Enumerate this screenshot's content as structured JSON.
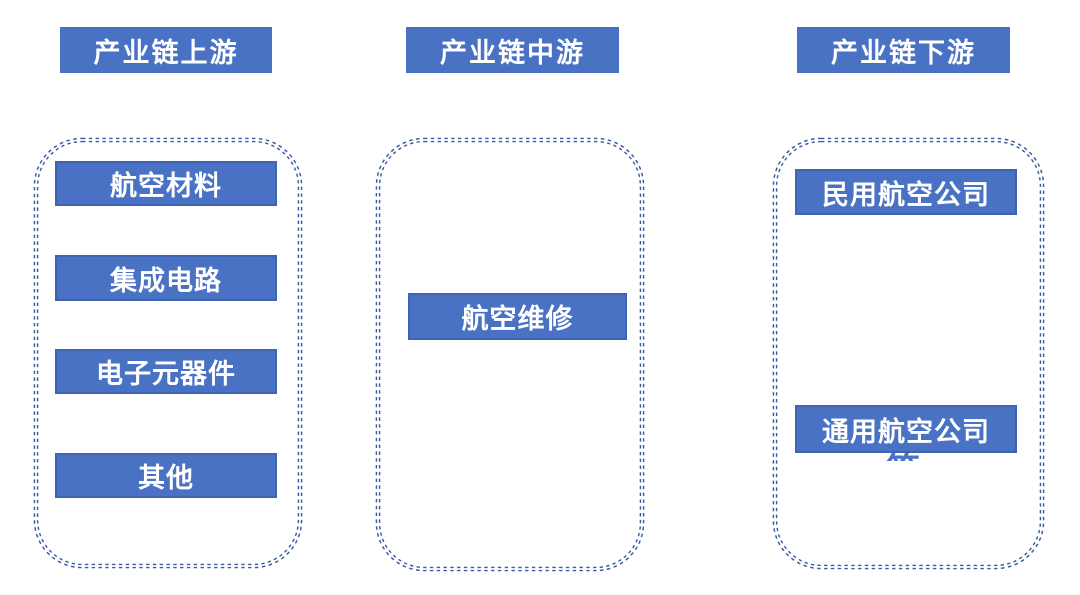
{
  "diagram": {
    "kind": "industry-chain-flow",
    "background": "#FFFFFF"
  },
  "colors": {
    "node_fill": "#4A72C4",
    "node_border": "#3E63B5",
    "dashed_border": "#3A5BA0",
    "text_on_blue": "#FFFFFF"
  },
  "columns": [
    {
      "header": "产业链上游",
      "items": [
        "航空材料",
        "集成电路",
        "电子元器件",
        "其他"
      ]
    },
    {
      "header": "产业链中游",
      "items": [
        "航空维修"
      ]
    },
    {
      "header": "产业链下游",
      "items": [
        "民用航空公司",
        "通用航空公司"
      ],
      "clipped_overflow_text": "等"
    }
  ]
}
